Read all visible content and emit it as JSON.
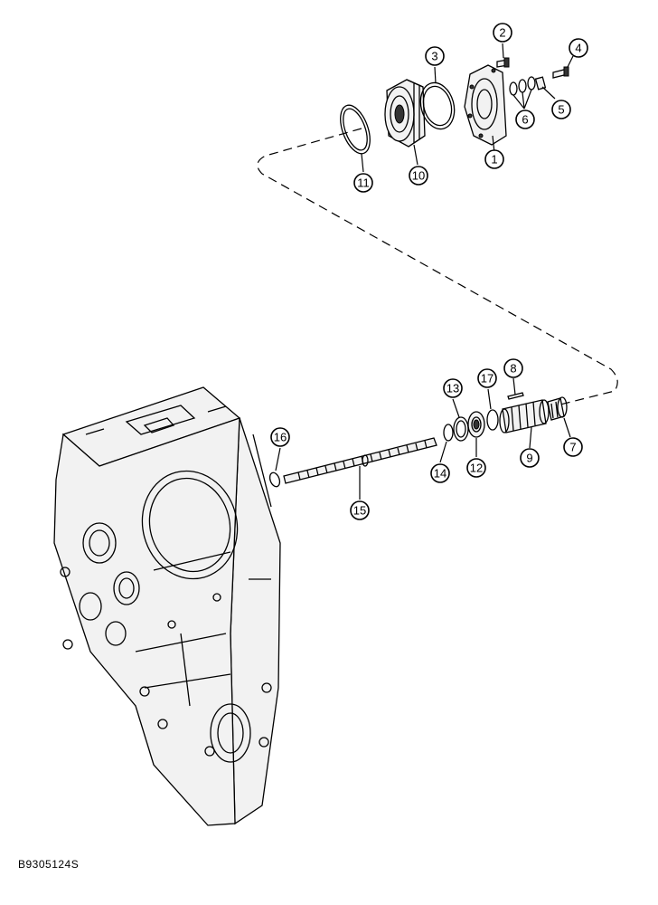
{
  "figure_code": "B9305124S",
  "callouts": [
    "1",
    "2",
    "3",
    "4",
    "5",
    "6",
    "7",
    "8",
    "9",
    "10",
    "11",
    "12",
    "13",
    "14",
    "15",
    "16",
    "17"
  ]
}
